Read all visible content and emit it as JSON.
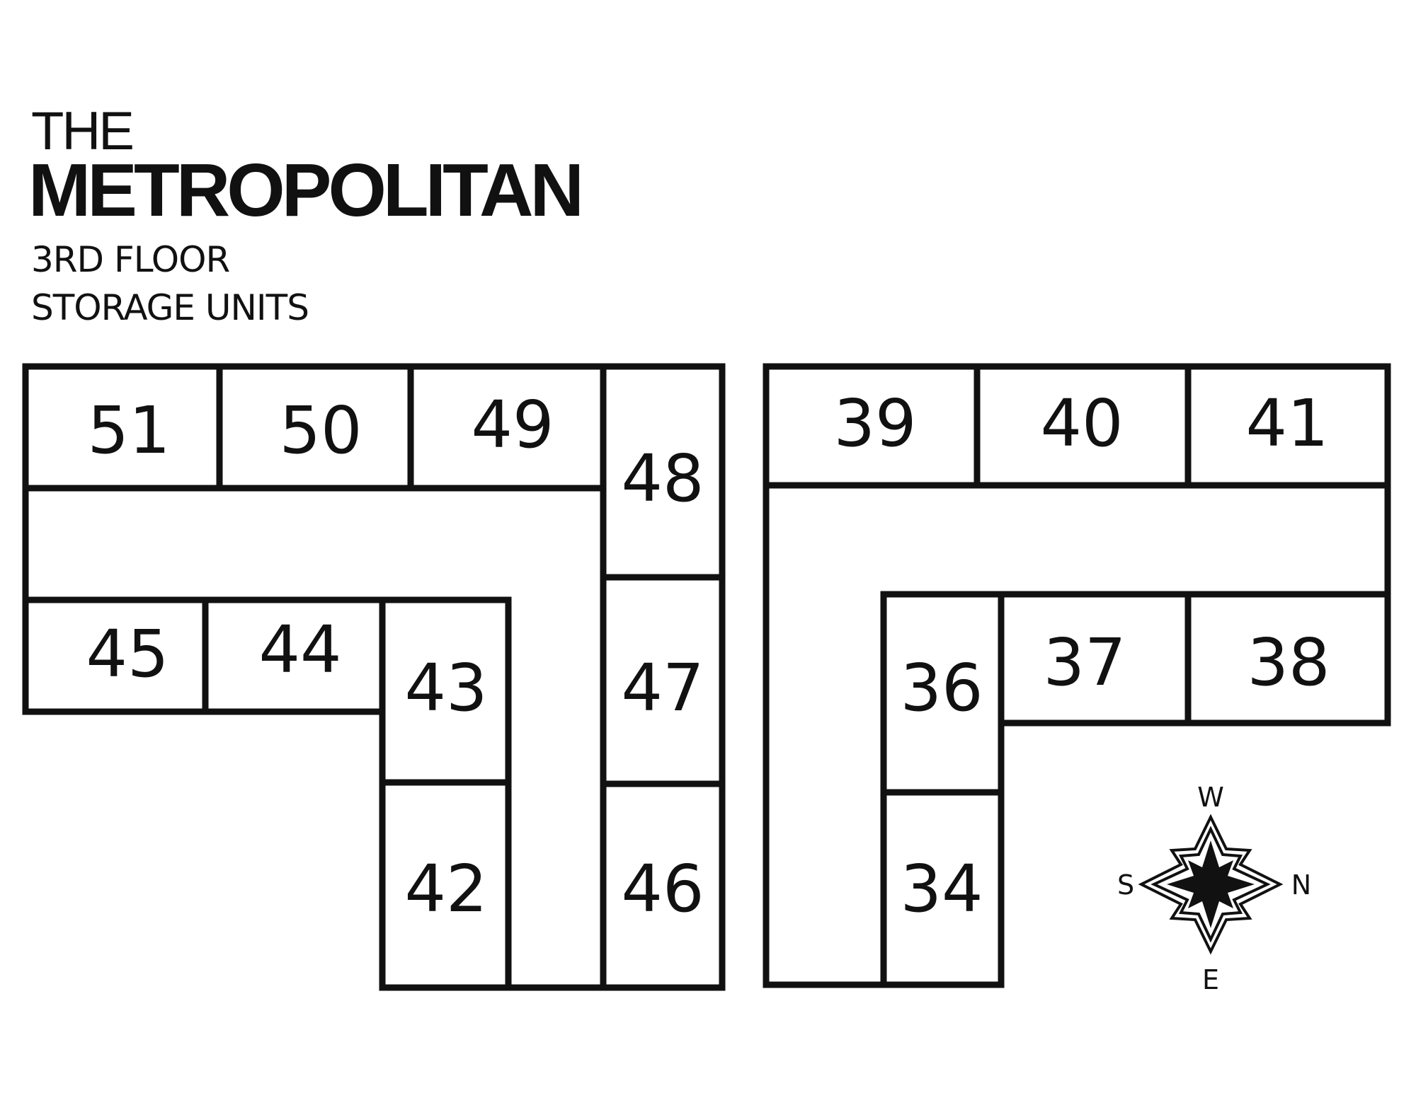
{
  "header": {
    "title_small": "THE",
    "title_large": "METROPOLITAN",
    "floor": "3RD FLOOR",
    "subtitle": "STORAGE UNITS"
  },
  "units": {
    "u51": "51",
    "u50": "50",
    "u49": "49",
    "u48": "48",
    "u45": "45",
    "u44": "44",
    "u43": "43",
    "u47": "47",
    "u42": "42",
    "u46": "46",
    "u39": "39",
    "u40": "40",
    "u41": "41",
    "u36": "36",
    "u37": "37",
    "u38": "38",
    "u34": "34"
  },
  "compass": {
    "north": "N",
    "south": "S",
    "east": "E",
    "west": "W"
  },
  "colors": {
    "ink": "#111111",
    "background": "#ffffff"
  }
}
